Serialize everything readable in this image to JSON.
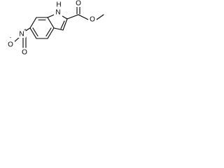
{
  "structure": {
    "atoms": {
      "nh_h": "H",
      "nh_n": "N",
      "carbonyl_o": "O",
      "ester_o": "O",
      "nitro_o_minus": "O",
      "nitro_minus": "-",
      "nitro_n": "N",
      "nitro_plus": "+",
      "nitro_o": "O"
    }
  }
}
